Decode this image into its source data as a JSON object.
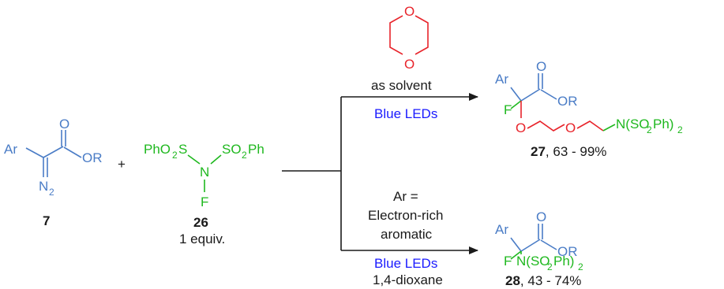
{
  "colors": {
    "substrate": "#4a7cc6",
    "reagent": "#1fb81f",
    "dioxane": "#e8242b",
    "light": "#1a1aff",
    "text": "#1a1a1a"
  },
  "diazo": {
    "ar": "Ar",
    "or": "OR",
    "o": "O",
    "n2": "N",
    "n2_sub": "2",
    "label": "7"
  },
  "plus": "+",
  "reagent": {
    "left_a": "PhO",
    "left_sub": "2",
    "left_b": "S",
    "n": "N",
    "right_a": "SO",
    "right_sub": "2",
    "right_b": "Ph",
    "f": "F",
    "label": "26",
    "equiv": "1 equiv."
  },
  "top_conditions": {
    "dioxane_o_top": "O",
    "dioxane_o_bottom": "O",
    "line1": "as solvent",
    "line2": "Blue LEDs"
  },
  "bottom_conditions": {
    "line1": "Ar =",
    "line2": "Electron-rich",
    "line3": "aromatic",
    "line4": "Blue LEDs",
    "line5": "1,4-dioxane"
  },
  "product27": {
    "ar": "Ar",
    "o_carbonyl": "O",
    "or": "OR",
    "f": "F",
    "o1": "O",
    "o2": "O",
    "n_a": "N(SO",
    "n_sub": "2",
    "n_b": "Ph)",
    "n_sub2": "2",
    "label": "27",
    "yield": ", 63 - 99%"
  },
  "product28": {
    "ar": "Ar",
    "o_carbonyl": "O",
    "or": "OR",
    "f": "F",
    "n_a": "N(SO",
    "n_sub": "2",
    "n_b": "Ph)",
    "n_sub2": "2",
    "label": "28",
    "yield": ", 43 - 74%"
  }
}
